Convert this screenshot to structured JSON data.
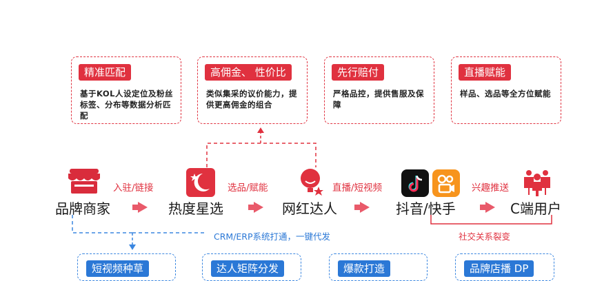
{
  "features": [
    {
      "title": "精准匹配",
      "desc": "基于KOL人设定位及粉丝标签、分布等数据分析匹配"
    },
    {
      "title": "高佣金、 性价比",
      "desc": "类似集采的议价能力，提供更高佣金的组合"
    },
    {
      "title": "先行赔付",
      "desc": "严格品控，提供售服及保障"
    },
    {
      "title": "直播赋能",
      "desc": "样品、选品等全方位赋能"
    }
  ],
  "nodes": [
    {
      "label": "品牌商家",
      "icon": "shop-awning-icon"
    },
    {
      "label": "热度星选",
      "icon": "moon-star-logo-icon"
    },
    {
      "label": "网红达人",
      "icon": "influencer-avatar-icon"
    },
    {
      "label": "抖音/快手",
      "icon": "douyin-kuaishou-logo-icon"
    },
    {
      "label": "C端用户",
      "icon": "users-group-icon"
    }
  ],
  "links": [
    "入驻/链接",
    "选品/赋能",
    "直播/短视频",
    "兴趣推送"
  ],
  "crm_label": "CRM/ERP系统打通，一键代发",
  "social_label": "社交关系裂变",
  "services": [
    "短视频种草",
    "达人矩阵分发",
    "爆款打造",
    "品牌店播 DP"
  ],
  "colors": {
    "red": "#e0313f",
    "blue": "#2b78d6"
  }
}
